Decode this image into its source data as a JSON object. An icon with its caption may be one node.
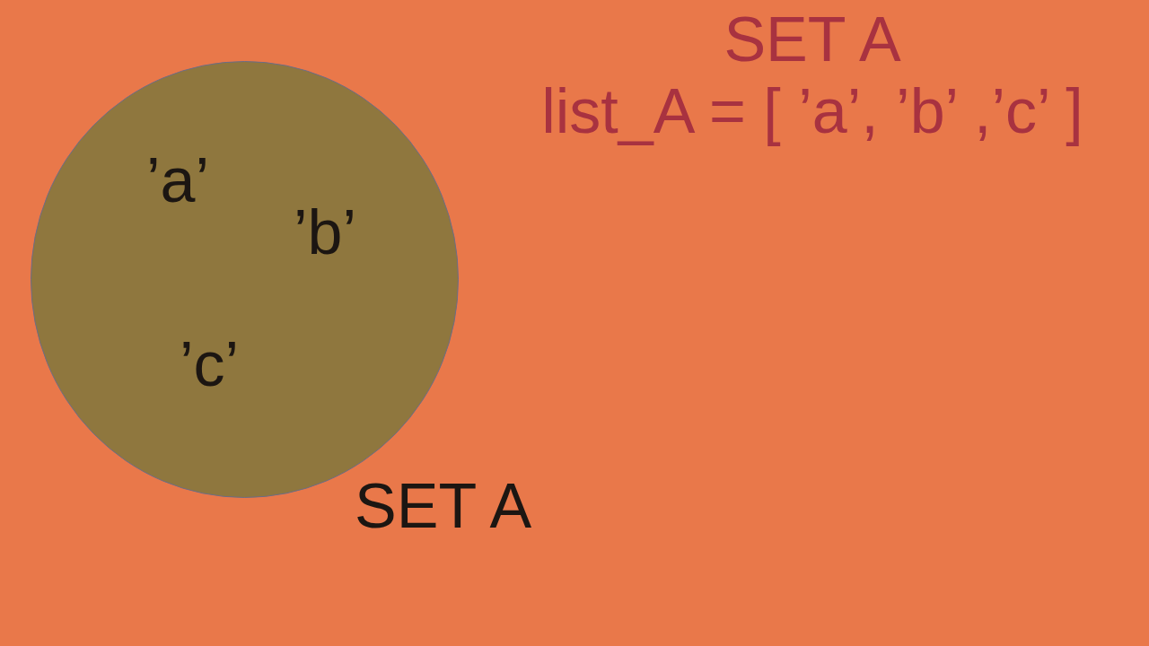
{
  "diagram": {
    "nodes": [
      {
        "text": [
          "’a’",
          "’b’",
          "’c’"
        ],
        "beside": [
          "SET A"
        ]
      }
    ],
    "labels": [
      "SET A",
      "list_A = [ ’a’, ’b’ ,’c’ ]"
    ]
  }
}
